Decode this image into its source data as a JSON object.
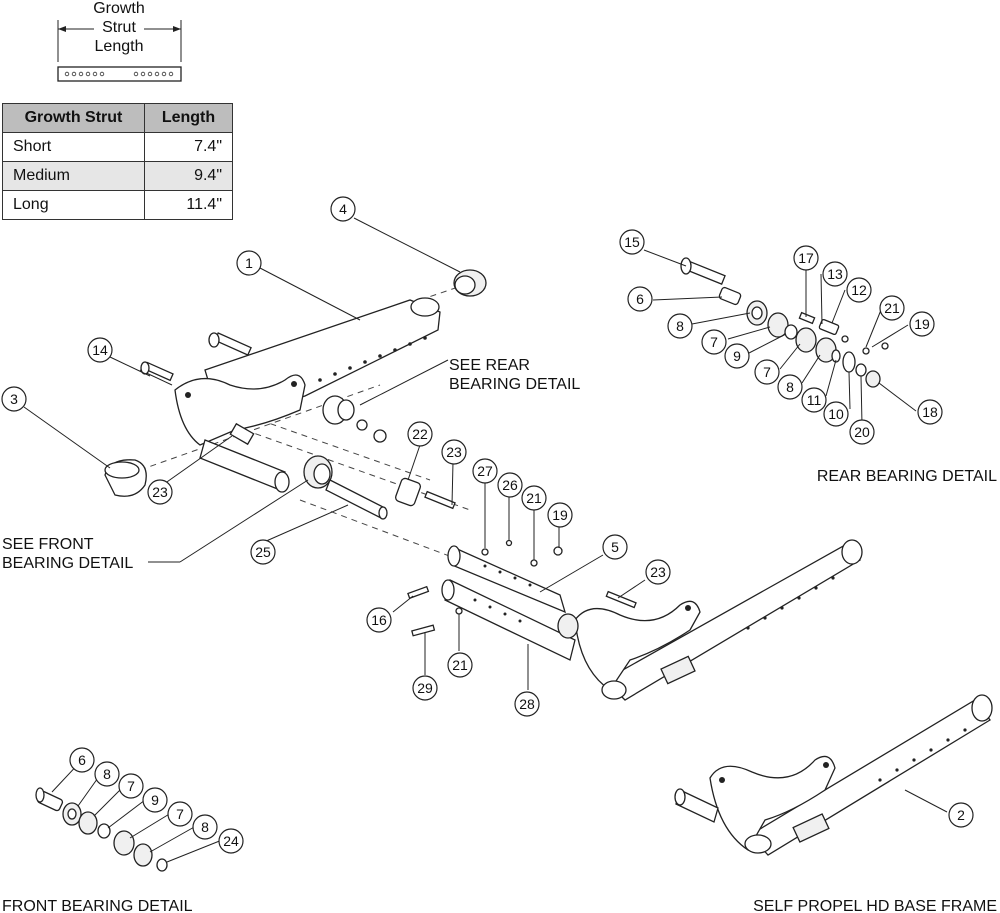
{
  "growth_strut_label": [
    "Growth",
    "Strut",
    "Length"
  ],
  "table": {
    "headers": [
      "Growth Strut",
      "Length"
    ],
    "rows": [
      {
        "strut": "Short",
        "length": "7.4\""
      },
      {
        "strut": "Medium",
        "length": "9.4\""
      },
      {
        "strut": "Long",
        "length": "11.4\""
      }
    ]
  },
  "notes": {
    "see_rear": [
      "SEE REAR",
      "BEARING DETAIL"
    ],
    "see_front": [
      "SEE FRONT",
      "BEARING DETAIL"
    ]
  },
  "titles": {
    "rear_detail": "REAR BEARING DETAIL",
    "front_detail": "FRONT BEARING DETAIL",
    "base_frame": "SELF PROPEL HD BASE FRAME"
  },
  "callouts": [
    {
      "id": "c-1",
      "n": "1"
    },
    {
      "id": "c-2",
      "n": "2"
    },
    {
      "id": "c-3",
      "n": "3"
    },
    {
      "id": "c-4",
      "n": "4"
    },
    {
      "id": "c-5",
      "n": "5"
    },
    {
      "id": "c-14",
      "n": "14"
    },
    {
      "id": "c-16",
      "n": "16"
    },
    {
      "id": "c-19a",
      "n": "19"
    },
    {
      "id": "c-21a",
      "n": "21"
    },
    {
      "id": "c-21b",
      "n": "21"
    },
    {
      "id": "c-22",
      "n": "22"
    },
    {
      "id": "c-23a",
      "n": "23"
    },
    {
      "id": "c-23b",
      "n": "23"
    },
    {
      "id": "c-23c",
      "n": "23"
    },
    {
      "id": "c-25",
      "n": "25"
    },
    {
      "id": "c-26",
      "n": "26"
    },
    {
      "id": "c-27",
      "n": "27"
    },
    {
      "id": "c-28",
      "n": "28"
    },
    {
      "id": "c-29",
      "n": "29"
    },
    {
      "id": "c-r15",
      "n": "15"
    },
    {
      "id": "c-r6",
      "n": "6"
    },
    {
      "id": "c-r8a",
      "n": "8"
    },
    {
      "id": "c-r7a",
      "n": "7"
    },
    {
      "id": "c-r9",
      "n": "9"
    },
    {
      "id": "c-r7b",
      "n": "7"
    },
    {
      "id": "c-r8b",
      "n": "8"
    },
    {
      "id": "c-r11",
      "n": "11"
    },
    {
      "id": "c-r10",
      "n": "10"
    },
    {
      "id": "c-r20",
      "n": "20"
    },
    {
      "id": "c-r18",
      "n": "18"
    },
    {
      "id": "c-r19",
      "n": "19"
    },
    {
      "id": "c-r21",
      "n": "21"
    },
    {
      "id": "c-r12",
      "n": "12"
    },
    {
      "id": "c-r13",
      "n": "13"
    },
    {
      "id": "c-r17",
      "n": "17"
    },
    {
      "id": "c-f6",
      "n": "6"
    },
    {
      "id": "c-f8a",
      "n": "8"
    },
    {
      "id": "c-f7a",
      "n": "7"
    },
    {
      "id": "c-f9",
      "n": "9"
    },
    {
      "id": "c-f7b",
      "n": "7"
    },
    {
      "id": "c-f8b",
      "n": "8"
    },
    {
      "id": "c-f24",
      "n": "24"
    }
  ]
}
